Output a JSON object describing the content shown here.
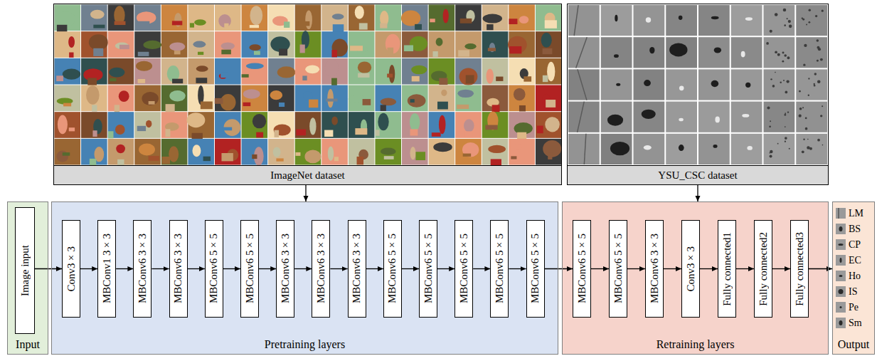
{
  "diagram": {
    "nodes": [
      {
        "text": [
          "ImageNet dataset"
        ]
      },
      {
        "text": [
          "YSU_CSC dataset"
        ]
      },
      {
        "text": [
          "Input"
        ]
      },
      {
        "text": [
          "Image input"
        ],
        "in": 2
      },
      {
        "text": [
          "Pretraining layers"
        ]
      },
      {
        "text": [
          "Conv3×3"
        ],
        "in": 4
      },
      {
        "text": [
          "MBConv1 3×3"
        ],
        "in": 4
      },
      {
        "text": [
          "MBConv6 3×3"
        ],
        "in": 4
      },
      {
        "text": [
          "MBConv6 3×3"
        ],
        "in": 4
      },
      {
        "text": [
          "MBConv6 5×5"
        ],
        "in": 4
      },
      {
        "text": [
          "MBConv6 5×5"
        ],
        "in": 4
      },
      {
        "text": [
          "MBConv6 3×3"
        ],
        "in": 4
      },
      {
        "text": [
          "MBConv6 3×3"
        ],
        "in": 4
      },
      {
        "text": [
          "MBConv6 3×3"
        ],
        "in": 4
      },
      {
        "text": [
          "MBConv6 5×5"
        ],
        "in": 4
      },
      {
        "text": [
          "MBConv6 5×5"
        ],
        "in": 4
      },
      {
        "text": [
          "MBConv6 5×5"
        ],
        "in": 4
      },
      {
        "text": [
          "MBConv6 5×5"
        ],
        "in": 4
      },
      {
        "text": [
          "MBConv6 5×5"
        ],
        "in": 4
      },
      {
        "text": [
          "Retraining layers"
        ]
      },
      {
        "text": [
          "MBConv6 5×5"
        ],
        "in": 19
      },
      {
        "text": [
          "MBConv6 5×5"
        ],
        "in": 19
      },
      {
        "text": [
          "MBConv6 3×3"
        ],
        "in": 19
      },
      {
        "text": [
          "Conv3×3"
        ],
        "in": 19
      },
      {
        "text": [
          "Fully connected1"
        ],
        "in": 19
      },
      {
        "text": [
          "Fully connected2"
        ],
        "in": 19
      },
      {
        "text": [
          "Fully connected3"
        ],
        "in": 19
      },
      {
        "text": [
          "Output"
        ]
      }
    ],
    "edges": [
      {
        "from": 0,
        "to": 4,
        "arrow": "to"
      },
      {
        "from": 1,
        "to": 19,
        "arrow": "to"
      },
      {
        "from": 3,
        "to": 5,
        "arrow": "to"
      },
      {
        "from": 5,
        "to": 6,
        "arrow": "to"
      },
      {
        "from": 6,
        "to": 7,
        "arrow": "to"
      },
      {
        "from": 7,
        "to": 8,
        "arrow": "to"
      },
      {
        "from": 8,
        "to": 9,
        "arrow": "to"
      },
      {
        "from": 9,
        "to": 10,
        "arrow": "to"
      },
      {
        "from": 10,
        "to": 11,
        "arrow": "to"
      },
      {
        "from": 11,
        "to": 12,
        "arrow": "to"
      },
      {
        "from": 12,
        "to": 13,
        "arrow": "to"
      },
      {
        "from": 13,
        "to": 14,
        "arrow": "to"
      },
      {
        "from": 14,
        "to": 15,
        "arrow": "to"
      },
      {
        "from": 15,
        "to": 16,
        "arrow": "to"
      },
      {
        "from": 16,
        "to": 17,
        "arrow": "to"
      },
      {
        "from": 17,
        "to": 18,
        "arrow": "to"
      },
      {
        "from": 18,
        "to": 20,
        "arrow": "to"
      },
      {
        "from": 20,
        "to": 21,
        "arrow": "to"
      },
      {
        "from": 21,
        "to": 22,
        "arrow": "to"
      },
      {
        "from": 22,
        "to": 23,
        "arrow": "to"
      },
      {
        "from": 23,
        "to": 24,
        "arrow": "to"
      },
      {
        "from": 24,
        "to": 25,
        "arrow": "to"
      },
      {
        "from": 25,
        "to": 26,
        "arrow": "to"
      },
      {
        "from": 26,
        "to": 27,
        "arrow": "to"
      }
    ],
    "labels": [
      "LM",
      "BS",
      "CP",
      "EC",
      "Ho",
      "IS",
      "Pe",
      "Sm"
    ]
  }
}
